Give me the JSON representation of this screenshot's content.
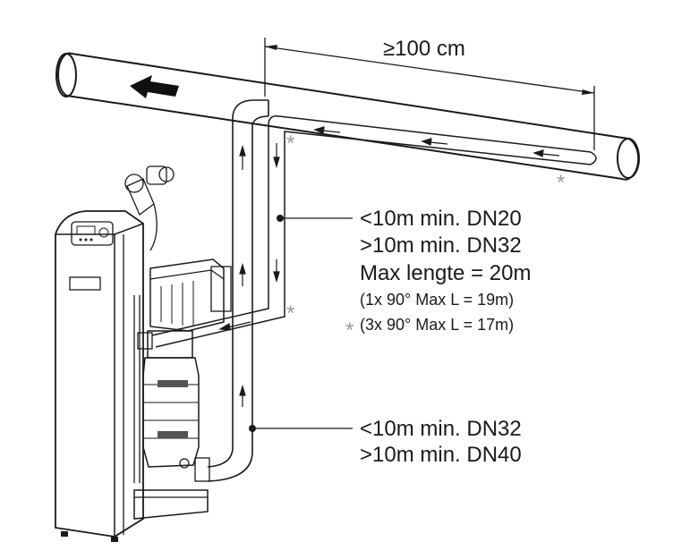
{
  "dimension_label": "≥100 cm",
  "upper_label_lines": [
    "<10m min. DN20",
    ">10m min. DN32",
    "Max lengte = 20m",
    "(1x 90° Max L = 19m)",
    "(3x 90° Max L = 17m)"
  ],
  "lower_label_lines": [
    "<10m min. DN32",
    ">10m min. DN40"
  ],
  "bend_marker": "*",
  "colors": {
    "line": "#1a1a1a",
    "marker": "#9a9a9a",
    "background": "#ffffff"
  },
  "icons": [
    "flow-direction-arrow",
    "bend-marker-star",
    "pressure-pump-unit"
  ]
}
